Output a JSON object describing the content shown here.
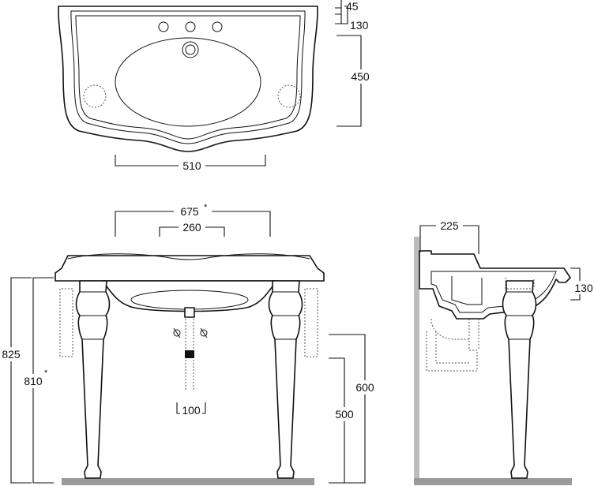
{
  "top_view": {
    "width": "510",
    "depth": "450",
    "back_gap": "45",
    "back_edge": "130"
  },
  "front_view": {
    "overall_width": "675",
    "overall_width_mark": "*",
    "tap_spacing": "260",
    "waste_width": "100",
    "total_height": "825",
    "rim_height": "810",
    "rim_height_mark": "*",
    "shelf_height": "600",
    "trap_height": "500"
  },
  "side_view": {
    "wall_offset": "225",
    "basin_depth": "130"
  }
}
